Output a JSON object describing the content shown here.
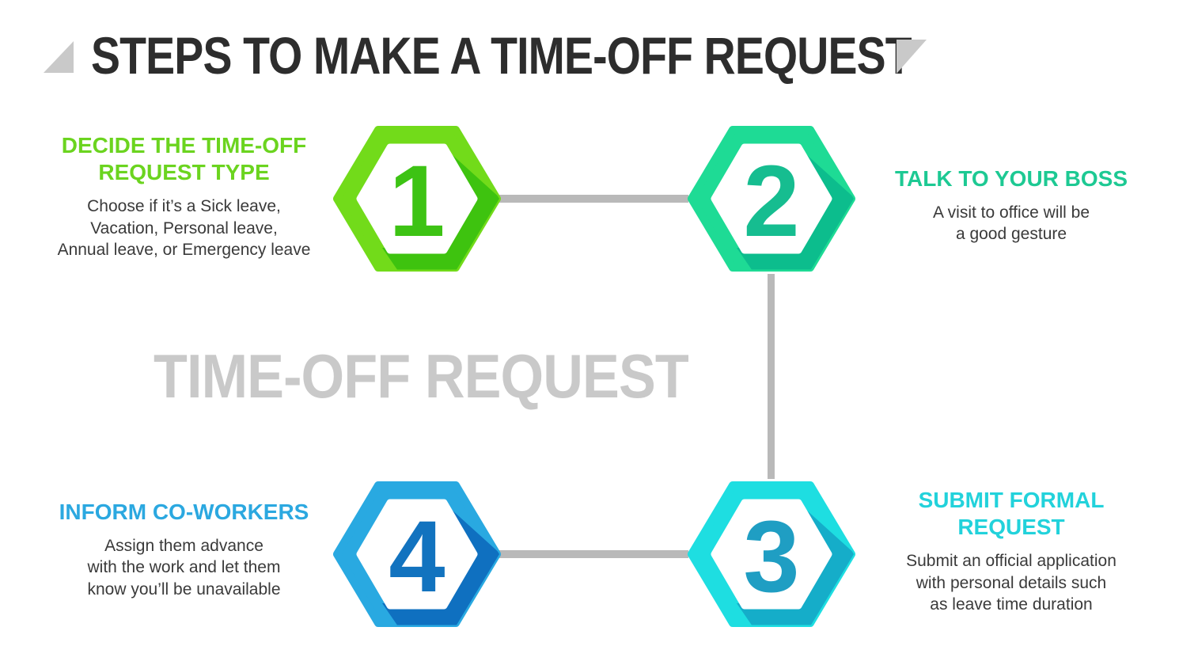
{
  "title": "STEPS TO MAKE A TIME-OFF REQUEST",
  "watermark": "TIME-OFF REQUEST",
  "colors": {
    "background": "#ffffff",
    "title_text": "#2d2d2d",
    "ornament": "#c9c9c9",
    "watermark_text": "#c9c9c9",
    "connector": "#b9b9b9",
    "body_text": "#3a3a3a",
    "hex_inner": "#ffffff"
  },
  "steps": [
    {
      "number": "1",
      "heading": "DECIDE THE TIME-OFF\nREQUEST TYPE",
      "body": "Choose if it’s a Sick leave,\nVacation, Personal leave,\nAnnual leave, or Emergency leave",
      "heading_color": "#6bd41f",
      "hex_light": "#72db1a",
      "hex_dark": "#3ec30f",
      "number_color": "#3dc314"
    },
    {
      "number": "2",
      "heading": "TALK TO YOUR BOSS",
      "body": "A visit to office will be\na good gesture",
      "heading_color": "#1dc993",
      "hex_light": "#1edb95",
      "hex_dark": "#0cbd8d",
      "number_color": "#16bd90"
    },
    {
      "number": "3",
      "heading": "SUBMIT FORMAL\nREQUEST",
      "body": "Submit an official application\nwith personal details such\nas leave time duration",
      "heading_color": "#22d2db",
      "hex_light": "#1edee1",
      "hex_dark": "#15adc9",
      "number_color": "#1f9ec3"
    },
    {
      "number": "4",
      "heading": "INFORM CO-WORKERS",
      "body": "Assign them advance\nwith the work and let them\nknow you’ll be unavailable",
      "heading_color": "#2ba8e0",
      "hex_light": "#29a9e1",
      "hex_dark": "#0f70c0",
      "number_color": "#1273bf"
    }
  ]
}
